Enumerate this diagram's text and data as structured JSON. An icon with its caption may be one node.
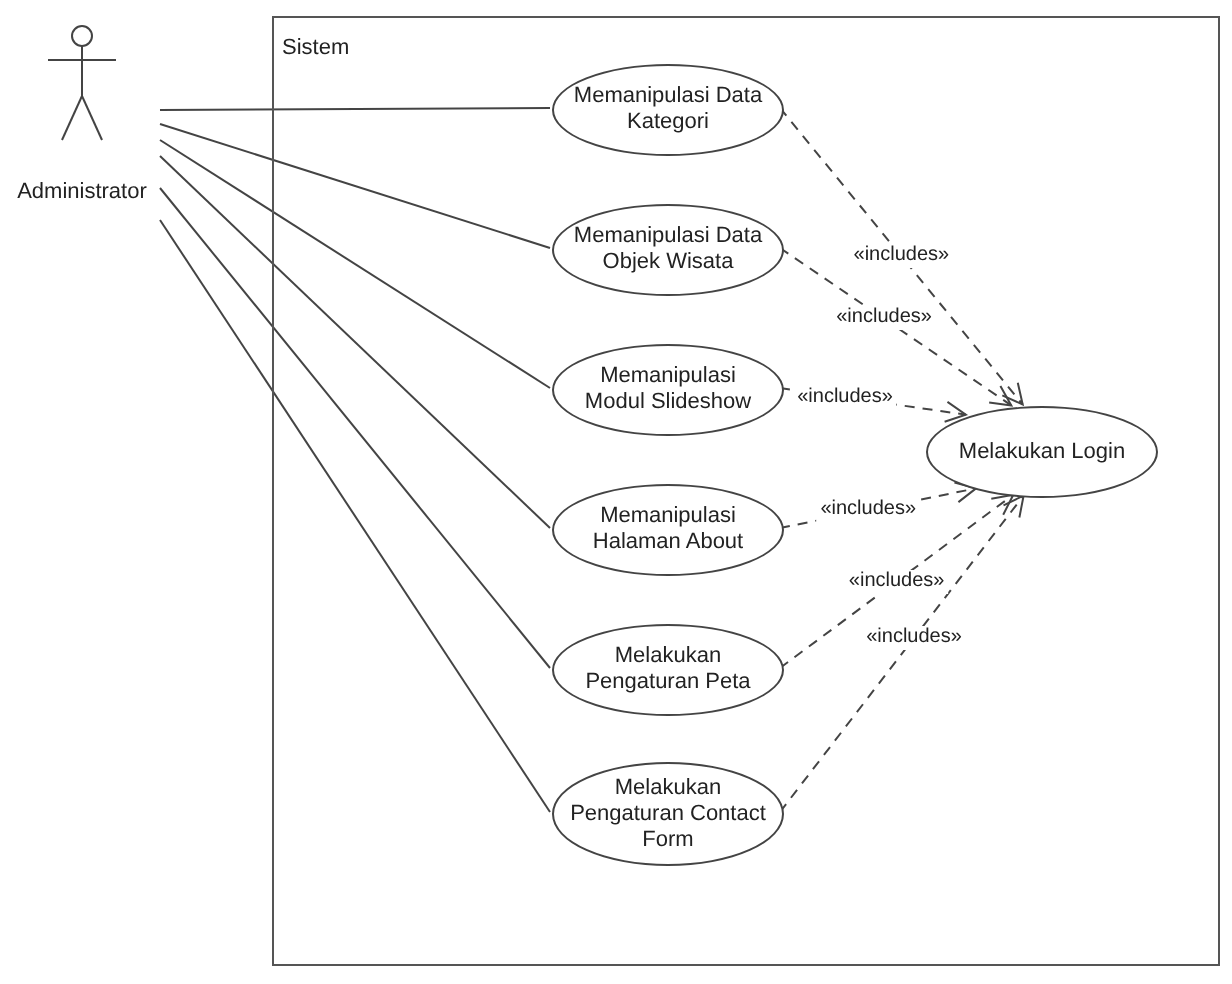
{
  "diagram": {
    "nodes": [
      {
        "text": [
          "Sistem"
        ]
      },
      {
        "text": [
          "Administrator"
        ]
      },
      {
        "text": [
          "Memanipulasi Data Kategori"
        ],
        "in": 0
      },
      {
        "text": [
          "Memanipulasi Data Objek Wisata"
        ],
        "in": 0
      },
      {
        "text": [
          "Memanipulasi Modul Slideshow"
        ],
        "in": 0
      },
      {
        "text": [
          "Memanipulasi Halaman About"
        ],
        "in": 0
      },
      {
        "text": [
          "Melakukan Pengaturan Peta"
        ],
        "in": 0
      },
      {
        "text": [
          "Melakukan Pengaturan Contact Form"
        ],
        "in": 0
      },
      {
        "text": [
          "Melakukan Login"
        ],
        "in": 0
      }
    ],
    "edges": [
      {
        "from": 1,
        "to": 2,
        "arrow": "none"
      },
      {
        "from": 1,
        "to": 3,
        "arrow": "none"
      },
      {
        "from": 1,
        "to": 4,
        "arrow": "none"
      },
      {
        "from": 1,
        "to": 5,
        "arrow": "none"
      },
      {
        "from": 1,
        "to": 6,
        "arrow": "none"
      },
      {
        "from": 1,
        "to": 7,
        "arrow": "none"
      },
      {
        "from": 2,
        "to": 8,
        "arrow": "to",
        "style": "dashed",
        "label": "«includes»"
      },
      {
        "from": 3,
        "to": 8,
        "arrow": "to",
        "style": "dashed",
        "label": "«includes»"
      },
      {
        "from": 4,
        "to": 8,
        "arrow": "to",
        "style": "dashed",
        "label": "«includes»"
      },
      {
        "from": 5,
        "to": 8,
        "arrow": "to",
        "style": "dashed",
        "label": "«includes»"
      },
      {
        "from": 6,
        "to": 8,
        "arrow": "to",
        "style": "dashed",
        "label": "«includes»"
      },
      {
        "from": 7,
        "to": 8,
        "arrow": "to",
        "style": "dashed",
        "label": "«includes»"
      }
    ]
  }
}
